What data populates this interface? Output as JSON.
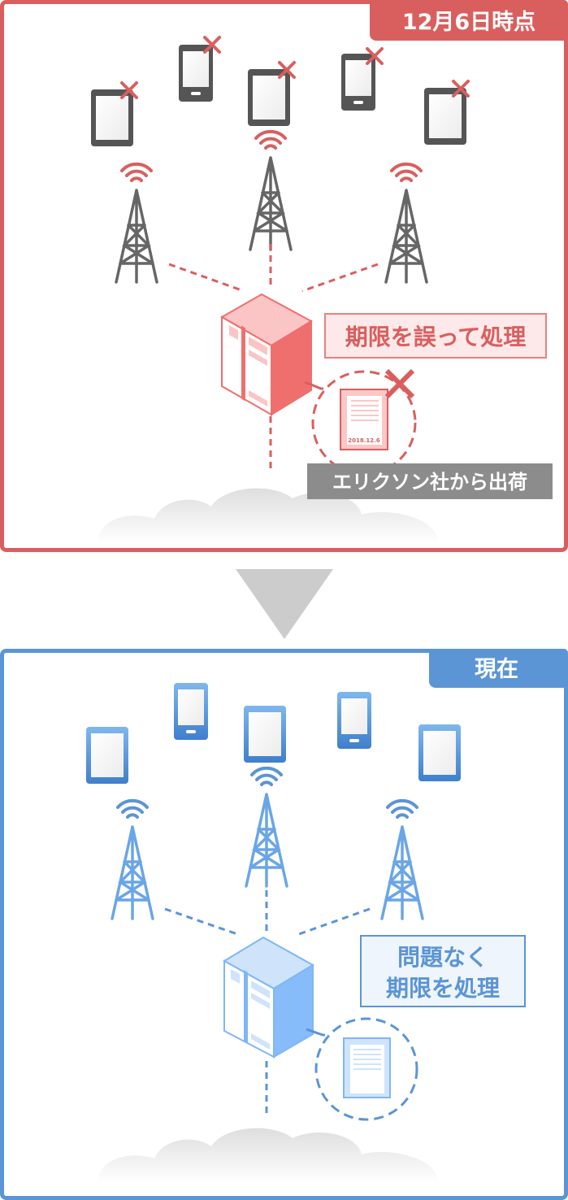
{
  "before": {
    "tag": "12月6日時点",
    "status_label": "期限を誤って処理",
    "doc_date": "2018.12.6",
    "source_label": "エリクソン社から出荷"
  },
  "after": {
    "tag": "現在",
    "status_line1": "問題なく",
    "status_line2": "期限を処理"
  },
  "colors": {
    "red": "#d95f5f",
    "blue": "#5b95d5",
    "gray": "#8c8c8c"
  }
}
